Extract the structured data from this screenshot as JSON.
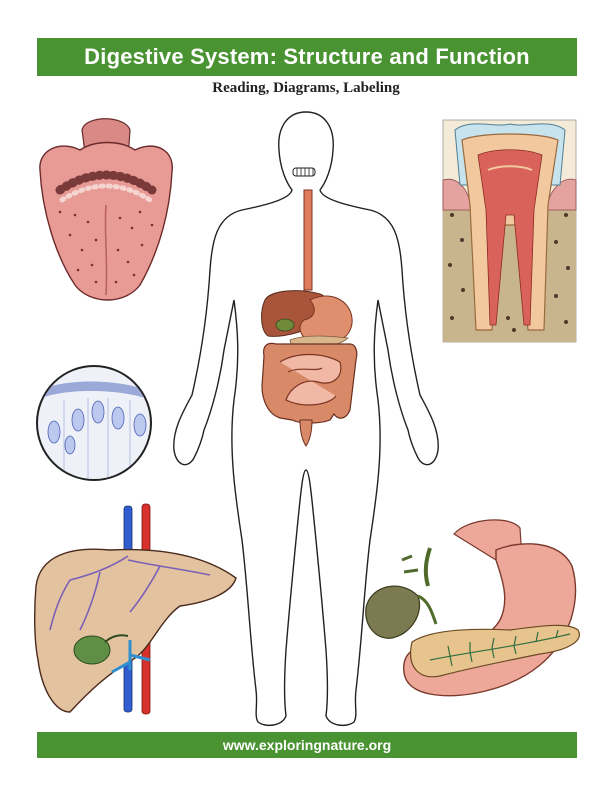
{
  "header": {
    "title": "Digestive System: Structure and Function",
    "subtitle": "Reading, Diagrams, Labeling"
  },
  "footer": {
    "url": "www.exploringnature.org"
  },
  "illustrations": [
    {
      "name": "tongue",
      "icon": "tongue-illustration"
    },
    {
      "name": "tooth-cross-section",
      "icon": "tooth-illustration"
    },
    {
      "name": "cells-magnified",
      "icon": "cells-illustration"
    },
    {
      "name": "human-body-digestive-tract",
      "icon": "body-outline-illustration"
    },
    {
      "name": "liver",
      "icon": "liver-illustration"
    },
    {
      "name": "stomach-pancreas-gallbladder",
      "icon": "stomach-illustration"
    }
  ],
  "colors": {
    "banner_green": "#4a9332",
    "tongue_pink": "#e89a95",
    "liver_tan": "#e3c2a0",
    "stomach_pink": "#eda89a"
  }
}
